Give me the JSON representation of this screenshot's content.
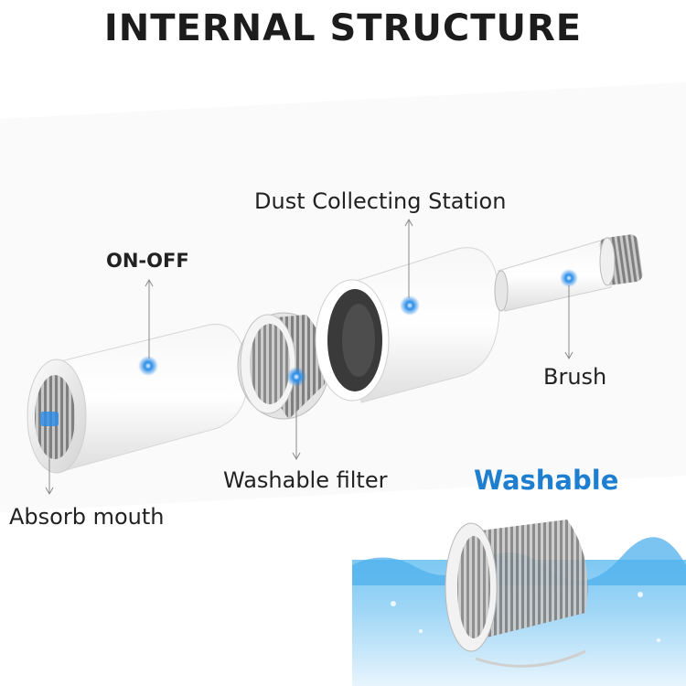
{
  "title": "INTERNAL STRUCTURE",
  "labels": {
    "dust_station": "Dust Collecting Station",
    "on_off": "ON-OFF",
    "brush": "Brush",
    "washable_filter": "Washable filter",
    "absorb_mouth": "Absorb mouth"
  },
  "washable_heading": "Washable",
  "colors": {
    "title": "#1c1c1c",
    "accent_blue": "#1e7fd0",
    "marker_blue": "#2a8de8",
    "water": "#5fb8ef"
  },
  "icons": [
    "vacuum-body",
    "filter-cylinder",
    "dust-station-cylinder",
    "brush-attachment",
    "water-splash"
  ]
}
